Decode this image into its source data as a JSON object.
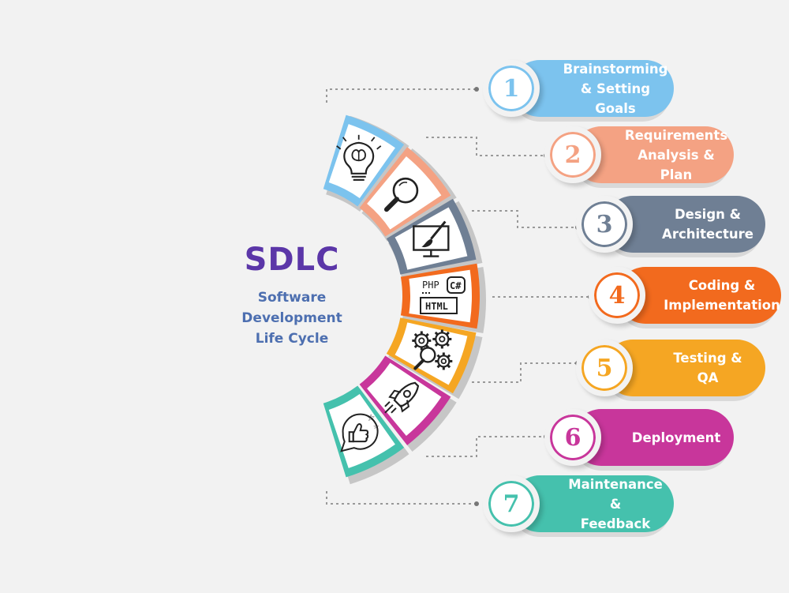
{
  "title": "SDLC",
  "subtitle_lines": [
    "Software",
    "Development",
    "Life Cycle"
  ],
  "colors": {
    "title": "#5b36a8",
    "subtitle": "#4d6fb0",
    "background": "#f2f2f2",
    "connector": "#999999"
  },
  "steps": [
    {
      "number": "1",
      "label": "Brainstorming\n& Setting Goals",
      "color": "#7cc3ee",
      "icon": "lightbulb-brain-icon"
    },
    {
      "number": "2",
      "label": "Requirements\nAnalysis & Plan",
      "color": "#f4a283",
      "icon": "magnifier-icon"
    },
    {
      "number": "3",
      "label": "Design &\nArchitecture",
      "color": "#6f7f94",
      "icon": "design-monitor-brush-icon"
    },
    {
      "number": "4",
      "label": "Coding &\nImplementation",
      "color": "#f26a1e",
      "icon": "code-php-csharp-html-icon"
    },
    {
      "number": "5",
      "label": "Testing &\nQA",
      "color": "#f5a623",
      "icon": "gears-magnifier-icon"
    },
    {
      "number": "6",
      "label": "Deployment",
      "color": "#c8369b",
      "icon": "rocket-icon"
    },
    {
      "number": "7",
      "label": "Maintenance &\nFeedback",
      "color": "#45c1ad",
      "icon": "thumbs-up-feedback-icon"
    }
  ],
  "code_icon_text": {
    "php": "PHP",
    "csharp": "C#",
    "html": "HTML"
  }
}
